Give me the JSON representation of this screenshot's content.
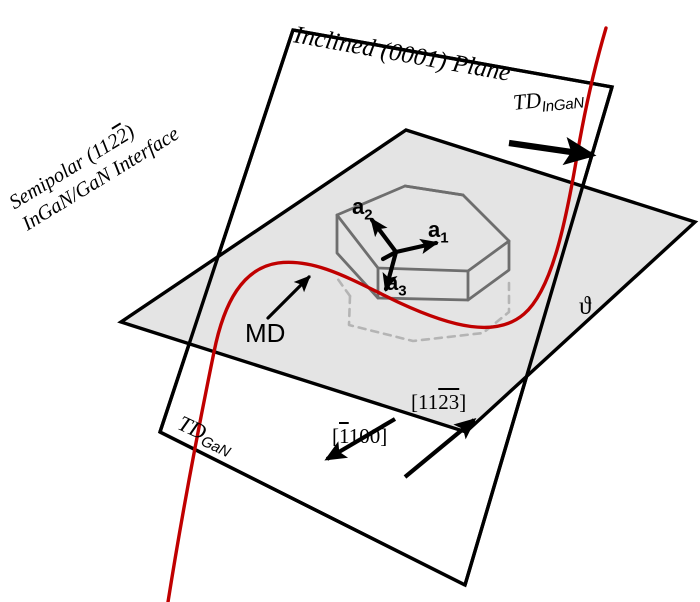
{
  "figure": {
    "type": "crystallography-schematic",
    "background_color": "#ffffff",
    "plane_fill_color": "#e4e4e4",
    "plane_edge_color": "#000000",
    "dislocation_color": "#c00000",
    "unit_cell_color": "#6e6e6e",
    "unit_cell_hidden_color": "#b4b4b4"
  },
  "titles": {
    "inclined_plane": "Inclined (0001) Plane",
    "interface_line1": "Semipolar (112",
    "interface_line1_bar": "2",
    "interface_line1_end": ")",
    "interface_line2": "InGaN/GaN Interface"
  },
  "labels": {
    "td_ingan_base": "TD",
    "td_ingan_sub": "InGaN",
    "td_gan_base": "TD",
    "td_gan_sub": "GaN",
    "misfit_dislocation": "MD",
    "tilt_angle": "ϑ"
  },
  "lattice_vectors": [
    {
      "name": "a1",
      "base": "a",
      "sub": "1"
    },
    {
      "name": "a2",
      "base": "a",
      "sub": "2"
    },
    {
      "name": "a3",
      "base": "a",
      "sub": "3"
    }
  ],
  "directions": [
    {
      "name": "m-direction",
      "open": "[",
      "bar": "1",
      "plain": "100",
      "close": "]"
    },
    {
      "name": "growth-direction",
      "open": "[",
      "plain_pre": "11",
      "bar": "23",
      "close": "]"
    }
  ]
}
